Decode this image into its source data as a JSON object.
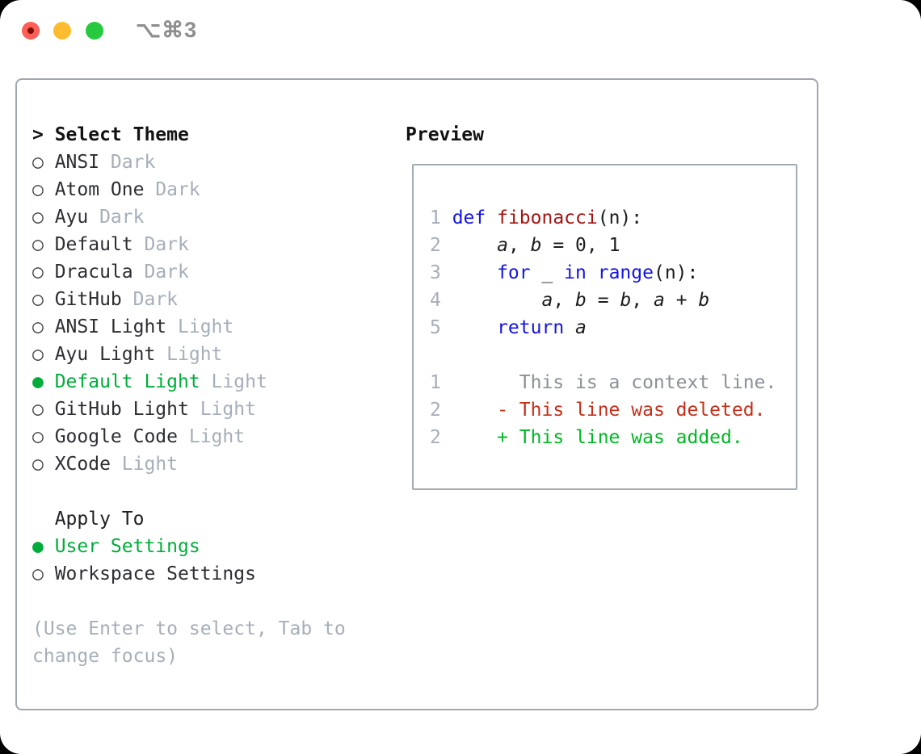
{
  "window": {
    "title": "⌥⌘3",
    "traffic_lights": [
      "close",
      "minimize",
      "zoom"
    ]
  },
  "icons": {
    "radio_unselected": "○",
    "radio_selected": "●",
    "prompt": ">"
  },
  "colors": {
    "accent_green": "#00ad3a",
    "diff_added": "#00b824",
    "diff_deleted": "#c52f1a",
    "keyword_blue": "#1414e8",
    "function_red": "#a31512",
    "muted_gray": "#a6aeba",
    "context_gray": "#8b9097",
    "border_gray": "#9fa8b2"
  },
  "theme_list": {
    "header": {
      "prompt": ">",
      "label": "Select Theme"
    },
    "items": [
      {
        "name": "ANSI",
        "variant": "Dark",
        "selected": false
      },
      {
        "name": "Atom One",
        "variant": "Dark",
        "selected": false
      },
      {
        "name": "Ayu",
        "variant": "Dark",
        "selected": false
      },
      {
        "name": "Default",
        "variant": "Dark",
        "selected": false
      },
      {
        "name": "Dracula",
        "variant": "Dark",
        "selected": false
      },
      {
        "name": "GitHub",
        "variant": "Dark",
        "selected": false
      },
      {
        "name": "ANSI Light",
        "variant": "Light",
        "selected": false
      },
      {
        "name": "Ayu Light",
        "variant": "Light",
        "selected": false
      },
      {
        "name": "Default Light",
        "variant": "Light",
        "selected": true
      },
      {
        "name": "GitHub Light",
        "variant": "Light",
        "selected": false
      },
      {
        "name": "Google Code",
        "variant": "Light",
        "selected": false
      },
      {
        "name": "XCode",
        "variant": "Light",
        "selected": false
      }
    ]
  },
  "apply_to": {
    "label": "Apply To",
    "options": [
      {
        "name": "User Settings",
        "selected": true
      },
      {
        "name": "Workspace Settings",
        "selected": false
      }
    ]
  },
  "hint_lines": [
    "(Use Enter to select, Tab to",
    "change focus)"
  ],
  "preview": {
    "label": "Preview",
    "lines": [
      {
        "num": "1",
        "kind": "code",
        "tokens": [
          [
            "def",
            "kw"
          ],
          [
            " ",
            "pl"
          ],
          [
            "fibonacci",
            "fn"
          ],
          [
            "(n):",
            "pl"
          ]
        ]
      },
      {
        "num": "2",
        "kind": "code",
        "tokens": [
          [
            "    ",
            "pl"
          ],
          [
            "a",
            "var"
          ],
          [
            ", ",
            "pl"
          ],
          [
            "b",
            "var"
          ],
          [
            " = 0, 1",
            "pl"
          ]
        ]
      },
      {
        "num": "3",
        "kind": "code",
        "tokens": [
          [
            "    ",
            "pl"
          ],
          [
            "for",
            "kw"
          ],
          [
            " _ ",
            "pl"
          ],
          [
            "in",
            "kw"
          ],
          [
            " ",
            "pl"
          ],
          [
            "range",
            "kw"
          ],
          [
            "(n):",
            "pl"
          ]
        ]
      },
      {
        "num": "4",
        "kind": "code",
        "tokens": [
          [
            "        ",
            "pl"
          ],
          [
            "a",
            "var"
          ],
          [
            ", ",
            "pl"
          ],
          [
            "b",
            "var"
          ],
          [
            " = ",
            "pl"
          ],
          [
            "b",
            "var"
          ],
          [
            ", ",
            "pl"
          ],
          [
            "a",
            "var"
          ],
          [
            " + ",
            "pl"
          ],
          [
            "b",
            "var"
          ]
        ]
      },
      {
        "num": "5",
        "kind": "code",
        "tokens": [
          [
            "    ",
            "pl"
          ],
          [
            "return",
            "kw"
          ],
          [
            " ",
            "pl"
          ],
          [
            "a",
            "var"
          ]
        ]
      },
      {
        "num": "",
        "kind": "blank",
        "tokens": []
      },
      {
        "num": "1",
        "kind": "diff-context",
        "tokens": [
          [
            "      This is a context line.",
            "ctx"
          ]
        ]
      },
      {
        "num": "2",
        "kind": "diff-deleted",
        "tokens": [
          [
            "    ",
            "pl"
          ],
          [
            "- This line was deleted.",
            "del"
          ]
        ]
      },
      {
        "num": "2",
        "kind": "diff-added",
        "tokens": [
          [
            "    ",
            "pl"
          ],
          [
            "+ This line was added.",
            "add"
          ]
        ]
      }
    ]
  }
}
